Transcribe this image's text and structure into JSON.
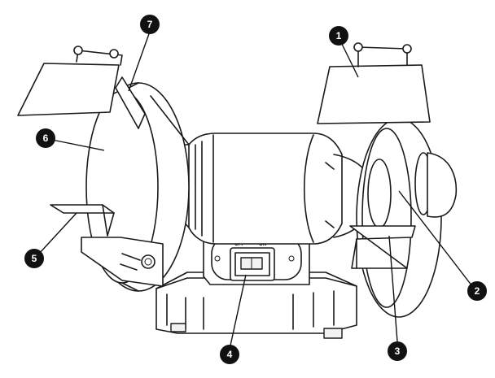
{
  "switch": {
    "off_label": "OFF",
    "on_label": "ON"
  },
  "callouts": [
    {
      "number": "1",
      "part": "right-eye-shield"
    },
    {
      "number": "2",
      "part": "right-grinding-wheel"
    },
    {
      "number": "3",
      "part": "right-tool-rest"
    },
    {
      "number": "4",
      "part": "power-switch"
    },
    {
      "number": "5",
      "part": "left-tool-rest"
    },
    {
      "number": "6",
      "part": "left-wheel-guard"
    },
    {
      "number": "7",
      "part": "left-spark-deflector"
    }
  ],
  "colors": {
    "ink": "#111111",
    "paper": "#ffffff"
  }
}
